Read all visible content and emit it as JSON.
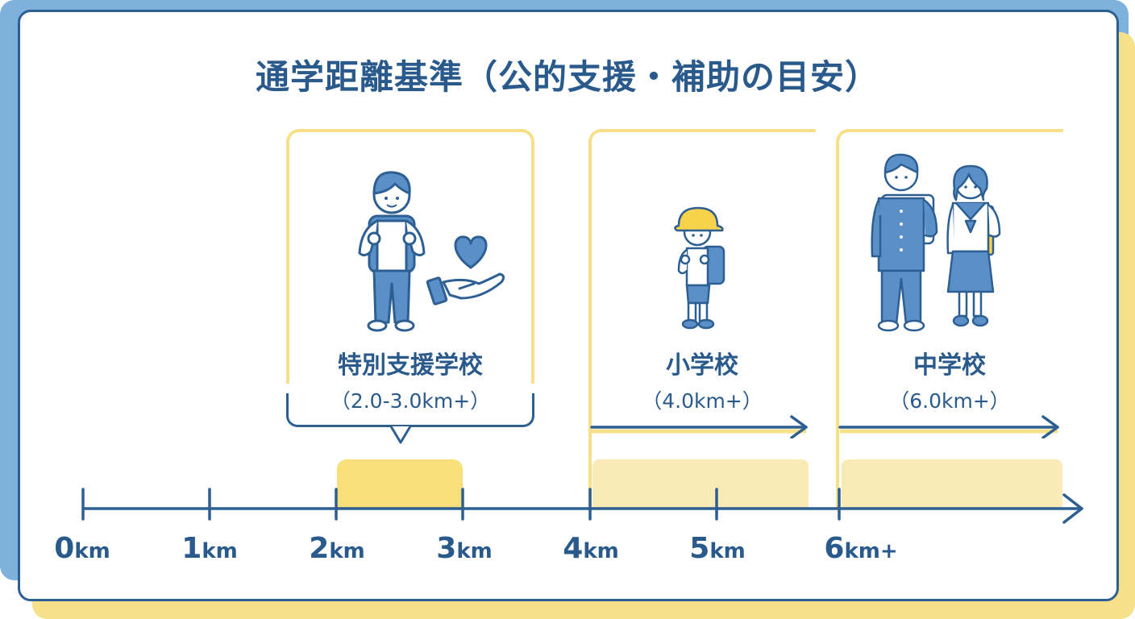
{
  "title": "通学距離基準（公的支援・補助の目安）",
  "colors": {
    "navy": "#2d5f92",
    "blue_fill": "#5b8fc8",
    "yellow": "#f7e08a",
    "yellow_light": "#faeab5",
    "frame_blue": "#7eb2dc"
  },
  "categories": [
    {
      "id": "special",
      "name": "特別支援学校",
      "range": "（2.0-3.0km+）",
      "from_km": 2.0,
      "to_km": 3.0,
      "illustration": "child-with-backpack-and-heart-hand-icon"
    },
    {
      "id": "elementary",
      "name": "小学校",
      "range": "（4.0km+）",
      "from_km": 4.0,
      "illustration": "elementary-student-with-yellow-hat-icon"
    },
    {
      "id": "junior_high",
      "name": "中学校",
      "range": "（6.0km+）",
      "from_km": 6.0,
      "illustration": "junior-high-students-in-uniform-icon"
    }
  ],
  "axis": {
    "ticks": [
      {
        "num": "0",
        "unit": "km"
      },
      {
        "num": "1",
        "unit": "km"
      },
      {
        "num": "2",
        "unit": "km"
      },
      {
        "num": "3",
        "unit": "km"
      },
      {
        "num": "4",
        "unit": "km"
      },
      {
        "num": "5",
        "unit": "km"
      },
      {
        "num": "6",
        "unit": "km+"
      }
    ]
  }
}
